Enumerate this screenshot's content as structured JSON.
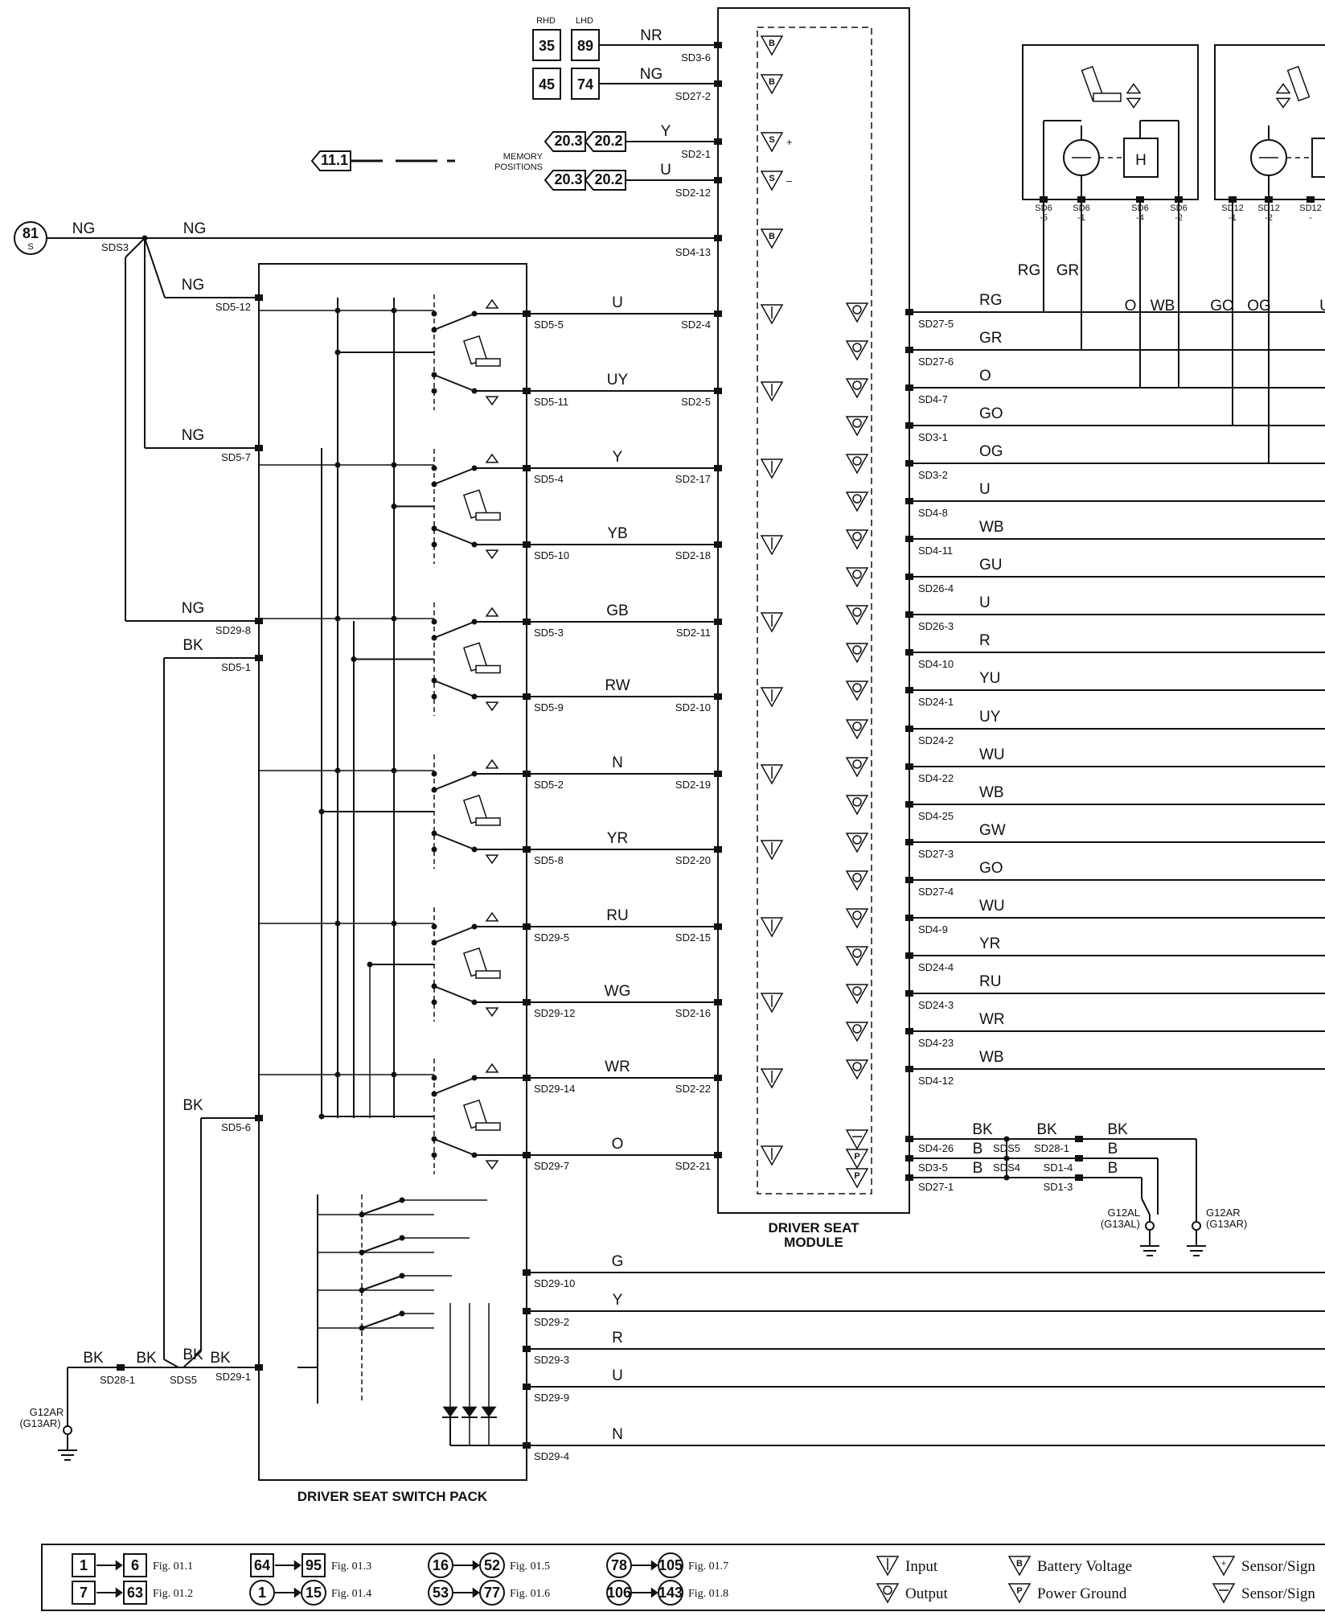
{
  "header": {
    "rhd_label": "RHD",
    "lhd_label": "LHD",
    "boxes": [
      {
        "rhd": "35",
        "lhd": "89",
        "wire": "NR",
        "pin": "SD3-6"
      },
      {
        "rhd": "45",
        "lhd": "74",
        "wire": "NG",
        "pin": "SD27-2"
      }
    ],
    "memory_label_1": "MEMORY",
    "memory_label_2": "POSITIONS",
    "memory_rows": [
      {
        "a": "20.3",
        "b": "20.2",
        "wire": "Y",
        "pin": "SD2-1",
        "sign": "+"
      },
      {
        "a": "20.3",
        "b": "20.2",
        "wire": "U",
        "pin": "SD2-12",
        "sign": "–"
      }
    ],
    "ref_11": "11.1"
  },
  "supply": {
    "fuse": "81",
    "fuse_sub": "S",
    "wire_a": "NG",
    "wire_b": "NG",
    "splice": "SDS3",
    "pin": "SD4-13"
  },
  "switch_pack": {
    "title": "DRIVER SEAT SWITCH PACK",
    "left_wires": [
      {
        "wire": "NG",
        "pin": "SD5-12"
      },
      {
        "wire": "NG",
        "pin": "SD5-7"
      },
      {
        "wire": "NG",
        "pin": "SD29-8"
      },
      {
        "wire": "BK",
        "pin": "SD5-1"
      },
      {
        "wire": "BK",
        "pin": "SD5-6"
      },
      {
        "wire": "BK",
        "pin": "SD29-1"
      }
    ],
    "ground_left": {
      "wire_1": "BK",
      "pin_1": "SD28-1",
      "wire_2": "BK",
      "splice": "SDS5",
      "ground": "G12AR",
      "ground_alt": "(G13AR)"
    }
  },
  "rows": [
    {
      "sp": "SD5-5",
      "wire": "U",
      "mp": "SD2-4"
    },
    {
      "sp": "SD5-11",
      "wire": "UY",
      "mp": "SD2-5"
    },
    {
      "sp": "SD5-4",
      "wire": "Y",
      "mp": "SD2-17"
    },
    {
      "sp": "SD5-10",
      "wire": "YB",
      "mp": "SD2-18"
    },
    {
      "sp": "SD5-3",
      "wire": "GB",
      "mp": "SD2-11"
    },
    {
      "sp": "SD5-9",
      "wire": "RW",
      "mp": "SD2-10"
    },
    {
      "sp": "SD5-2",
      "wire": "N",
      "mp": "SD2-19"
    },
    {
      "sp": "SD5-8",
      "wire": "YR",
      "mp": "SD2-20"
    },
    {
      "sp": "SD29-5",
      "wire": "RU",
      "mp": "SD2-15"
    },
    {
      "sp": "SD29-12",
      "wire": "WG",
      "mp": "SD2-16"
    },
    {
      "sp": "SD29-14",
      "wire": "WR",
      "mp": "SD2-22"
    },
    {
      "sp": "SD29-7",
      "wire": "O",
      "mp": "SD2-21"
    }
  ],
  "bottom_wires": [
    {
      "pin": "SD29-10",
      "wire": "G"
    },
    {
      "pin": "SD29-2",
      "wire": "Y"
    },
    {
      "pin": "SD29-3",
      "wire": "R"
    },
    {
      "pin": "SD29-9",
      "wire": "U"
    },
    {
      "pin": "SD29-4",
      "wire": "N"
    }
  ],
  "module": {
    "title_1": "DRIVER SEAT",
    "title_2": "MODULE",
    "outputs": [
      {
        "wire": "RG",
        "pin": "SD27-5"
      },
      {
        "wire": "GR",
        "pin": "SD27-6"
      },
      {
        "wire": "O",
        "pin": "SD4-7"
      },
      {
        "wire": "GO",
        "pin": "SD3-1"
      },
      {
        "wire": "OG",
        "pin": "SD3-2"
      },
      {
        "wire": "U",
        "pin": "SD4-8"
      },
      {
        "wire": "WB",
        "pin": "SD4-11"
      },
      {
        "wire": "GU",
        "pin": "SD26-4"
      },
      {
        "wire": "U",
        "pin": "SD26-3"
      },
      {
        "wire": "R",
        "pin": "SD4-10"
      },
      {
        "wire": "YU",
        "pin": "SD24-1"
      },
      {
        "wire": "UY",
        "pin": "SD24-2"
      },
      {
        "wire": "WU",
        "pin": "SD4-22"
      },
      {
        "wire": "WB",
        "pin": "SD4-25"
      },
      {
        "wire": "GW",
        "pin": "SD27-3"
      },
      {
        "wire": "GO",
        "pin": "SD27-4"
      },
      {
        "wire": "WU",
        "pin": "SD4-9"
      },
      {
        "wire": "YR",
        "pin": "SD24-4"
      },
      {
        "wire": "RU",
        "pin": "SD24-3"
      },
      {
        "wire": "WR",
        "pin": "SD4-23"
      },
      {
        "wire": "WB",
        "pin": "SD4-12"
      }
    ],
    "grounds": [
      {
        "pin": "SD4-26",
        "wire_1": "BK",
        "wire_2": "BK",
        "wire_3": "BK",
        "conn": "SD28-1"
      },
      {
        "pin": "SD3-5",
        "wire_1": "B",
        "splice": "SDS5",
        "wire_3": "B"
      },
      {
        "pin": "SD27-1",
        "wire_1": "B",
        "splice": "SDS4",
        "conn": "SD1-4",
        "wire_3": "B",
        "conn2": "SD1-3"
      }
    ],
    "ground_points": [
      {
        "name": "G12AL",
        "alt": "(G13AL)"
      },
      {
        "name": "G12AR",
        "alt": "(G13AR)"
      }
    ]
  },
  "motors": {
    "left_pins": [
      "SD6\n-5",
      "SD6\n-1",
      "SD6\n-4",
      "SD6\n-2"
    ],
    "right_pins": [
      "SD12\n-1",
      "SD12\n-2",
      "SD12\n-"
    ],
    "wires_upper": [
      "RG",
      "GR"
    ],
    "wires_lower": [
      "O",
      "WB",
      "GO",
      "OG",
      "U"
    ],
    "h_label": "H"
  },
  "legend": {
    "fig_boxes": [
      {
        "from": "1",
        "to": "6",
        "fig": "Fig. 01.1"
      },
      {
        "from": "7",
        "to": "63",
        "fig": "Fig. 01.2"
      },
      {
        "from": "64",
        "to": "95",
        "fig": "Fig. 01.3"
      },
      {
        "from": "1",
        "to": "15",
        "fig": "Fig. 01.4"
      },
      {
        "from": "16",
        "to": "52",
        "fig": "Fig. 01.5"
      },
      {
        "from": "53",
        "to": "77",
        "fig": "Fig. 01.6"
      },
      {
        "from": "78",
        "to": "105",
        "fig": "Fig. 01.7"
      },
      {
        "from": "106",
        "to": "143",
        "fig": "Fig. 01.8"
      }
    ],
    "symbols": [
      {
        "label": "Input"
      },
      {
        "label": "Output"
      },
      {
        "label": "Battery Voltage"
      },
      {
        "label": "Power Ground"
      },
      {
        "label": "Sensor/Sign"
      },
      {
        "label": "Sensor/Sign"
      }
    ]
  }
}
